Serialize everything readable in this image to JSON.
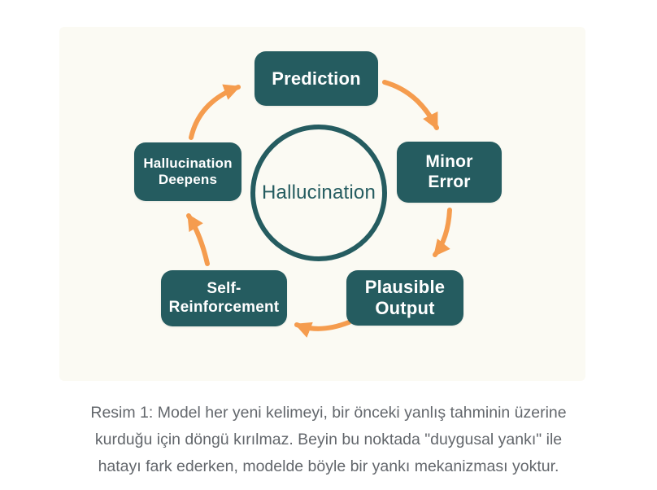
{
  "diagram": {
    "center": {
      "label": "Hallucination"
    },
    "nodes": [
      {
        "id": "prediction",
        "label": "Prediction"
      },
      {
        "id": "minor-error",
        "label": "Minor\nError"
      },
      {
        "id": "plausible-output",
        "label": "Plausible\nOutput"
      },
      {
        "id": "self-reinforcement",
        "label": "Self-\nReinforcement"
      },
      {
        "id": "hallucination-deepens",
        "label": "Hallucination\nDeepens"
      }
    ],
    "flow_order": [
      "Prediction",
      "Minor Error",
      "Plausible Output",
      "Self-Reinforcement",
      "Hallucination Deepens"
    ],
    "colors": {
      "node_fill": "#255c60",
      "arrow": "#f59c4e",
      "canvas_bg": "#fbfaf3",
      "caption_color": "#63676c"
    }
  },
  "caption": {
    "label": "Resim 1",
    "lines": [
      "Resim 1: Model her yeni kelimeyi, bir önceki yanlış tahminin üzerine",
      "kurduğu için döngü kırılmaz. Beyin bu noktada \"duygusal yankı\" ile",
      "hatayı fark ederken, modelde böyle bir yankı mekanizması yoktur."
    ]
  }
}
